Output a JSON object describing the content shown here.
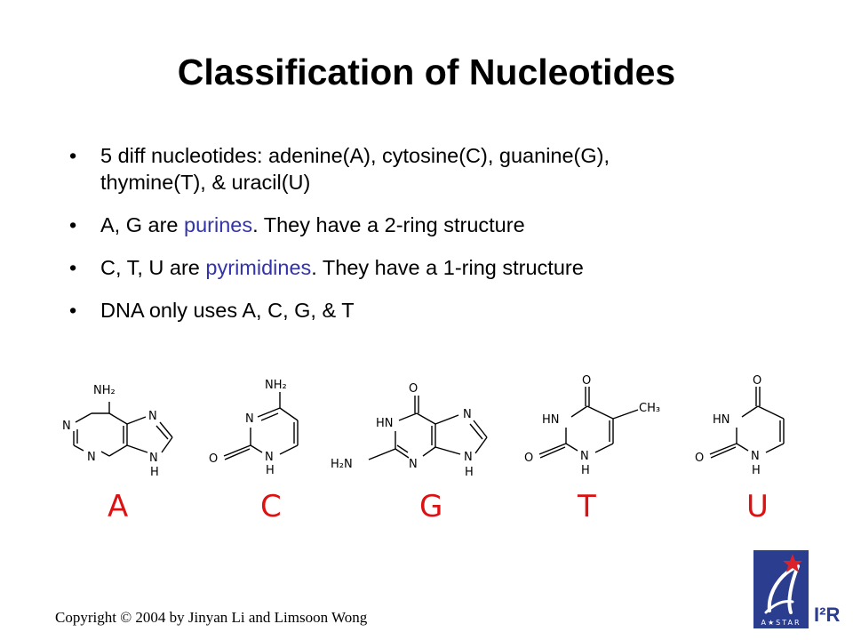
{
  "title": "Classification of Nucleotides",
  "bullets": [
    {
      "line1": "5 diff nucleotides: adenine(A), cytosine(C), guanine(G),",
      "line2": "thymine(T), & uracil(U)"
    },
    {
      "pre": "A, G are ",
      "highlight": "purines",
      "post": ". They have a 2-ring structure"
    },
    {
      "pre": "C, T, U are ",
      "highlight": "pyrimidines",
      "post": ". They have a 1-ring structure"
    },
    {
      "text": "DNA only uses A, C, G, & T"
    }
  ],
  "molecules": {
    "labels": [
      "A",
      "C",
      "G",
      "T",
      "U"
    ],
    "atoms": {
      "n": "N",
      "h": "H",
      "o": "O",
      "hn": "HN",
      "nh2": "NH₂",
      "h2n": "H₂N",
      "ch3": "CH₃"
    }
  },
  "copyright": "Copyright © 2004 by Jinyan Li and Limsoon Wong",
  "logo": {
    "superscript_label": "I²R",
    "caption": "A★STAR"
  },
  "colors": {
    "highlight": "#3333aa",
    "letters": "#dd1111",
    "logo_blue": "#2b3d8f",
    "logo_red": "#d9222a"
  }
}
